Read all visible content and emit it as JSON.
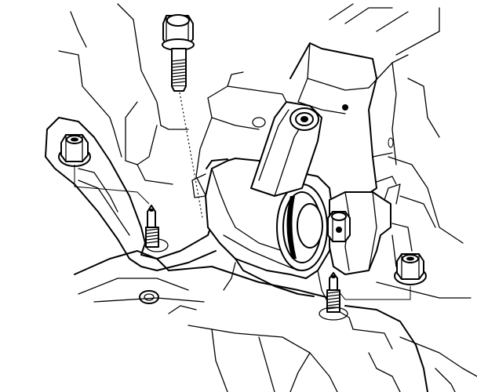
{
  "diagram": {
    "background": "#ffffff",
    "ink": "#000000",
    "parts": [
      "bracket-bolt",
      "left-flange-nut",
      "left-stud",
      "right-flange-nut",
      "right-stud",
      "engine-mount-insulator",
      "through-bolt",
      "mount-bracket"
    ]
  }
}
